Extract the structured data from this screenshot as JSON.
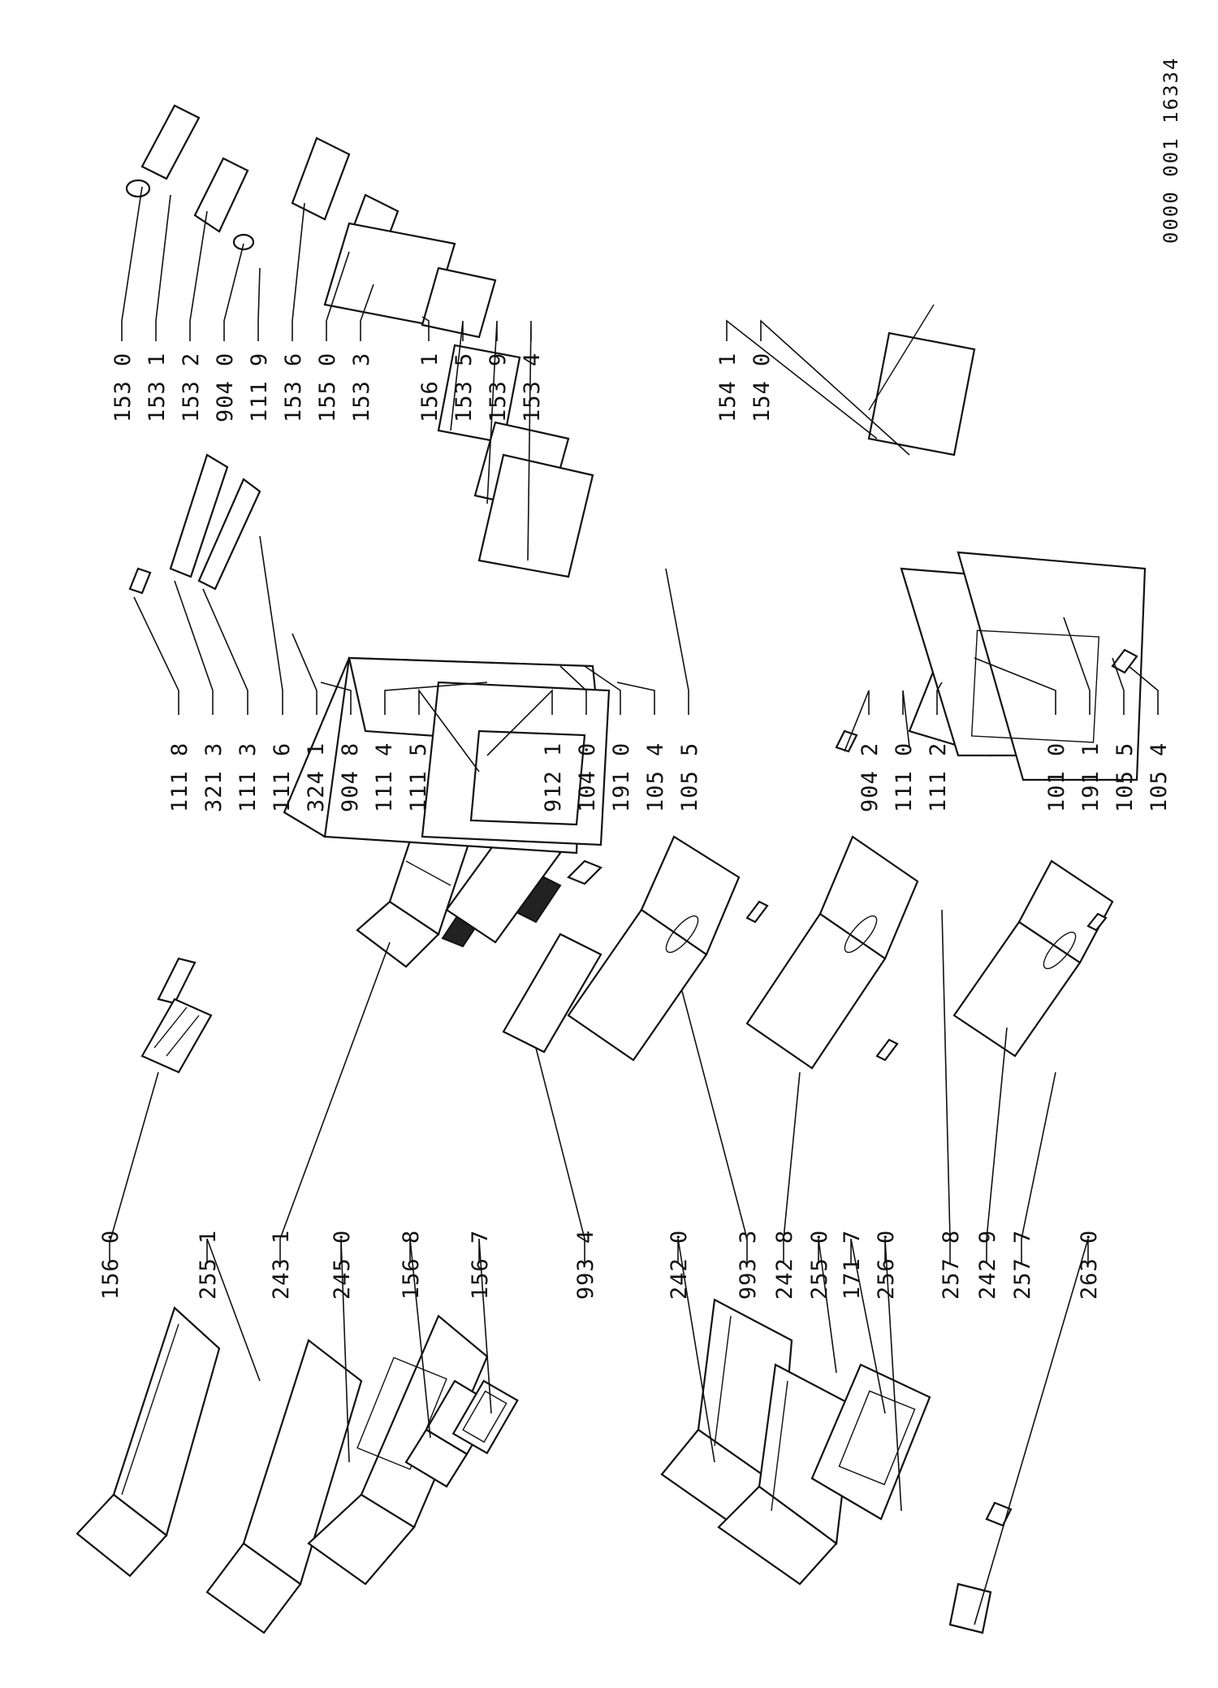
{
  "document_number": "0000 001 16334",
  "labels": [
    "156 0",
    "255 1",
    "243 1",
    "245 0",
    "156 8",
    "156 7",
    "993 4",
    "242 0",
    "993 3",
    "242 8",
    "255 0",
    "171 7",
    "256 0",
    "257 8",
    "242 9",
    "257 7",
    "263 0",
    "111 8",
    "321 3",
    "111 3",
    "111 6",
    "324 1",
    "904 8",
    "111 4",
    "111 5",
    "912 1",
    "104 0",
    "191 0",
    "105 4",
    "105 5",
    "904 2",
    "111 0",
    "111 2",
    "101 0",
    "191 1",
    "105 5",
    "105 4",
    "153 0",
    "153 1",
    "153 2",
    "904 0",
    "111 9",
    "153 6",
    "155 0",
    "153 3",
    "156 1",
    "153 5",
    "153 9",
    "153 4",
    "154 1",
    "154 0"
  ]
}
